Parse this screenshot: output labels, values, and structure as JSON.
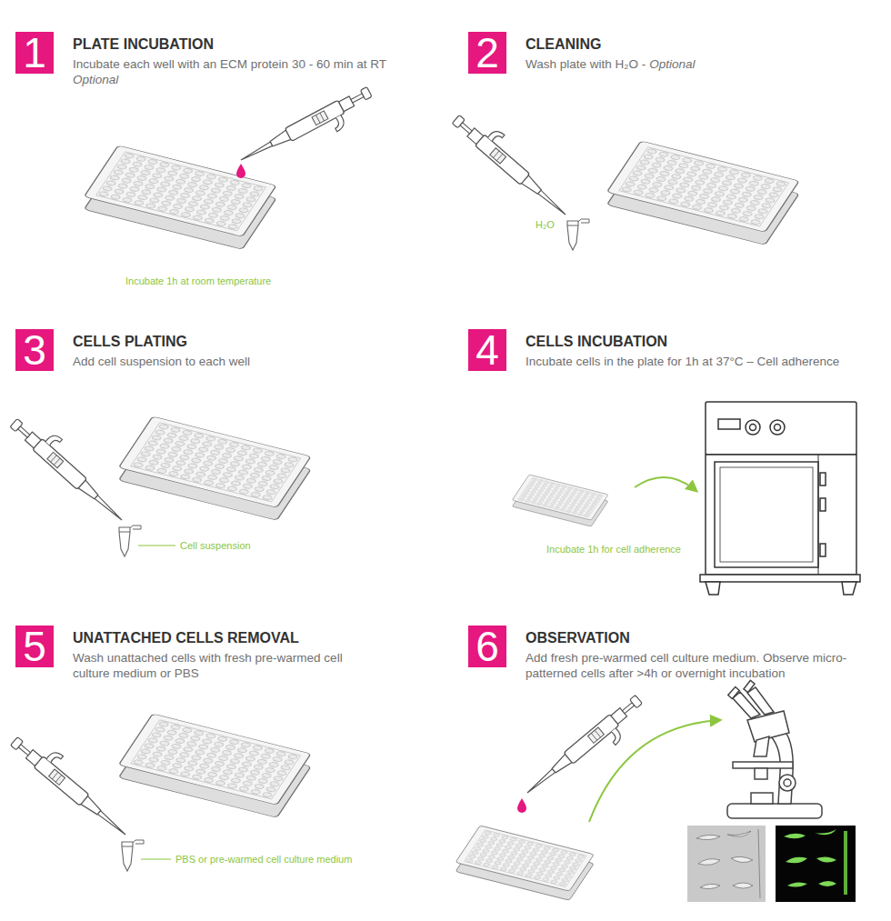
{
  "diagram": {
    "nodes": [
      {
        "text": [
          "1",
          "PLATE INCUBATION",
          "Incubate each well with an ECM protein 30 - 60 min at RT",
          "Optional"
        ]
      },
      {
        "text": [
          "2",
          "CLEANING",
          "Wash plate with H₂O -",
          "Optional"
        ]
      },
      {
        "text": [
          "3",
          "CELLS PLATING",
          "Add cell suspension to each well"
        ]
      },
      {
        "text": [
          "4",
          "CELLS INCUBATION",
          "Incubate cells in the plate for 1h at 37°C – Cell adherence"
        ]
      },
      {
        "text": [
          "5",
          "UNATTACHED CELLS REMOVAL",
          "Wash unattached cells with fresh pre-warmed cell culture medium or PBS"
        ]
      },
      {
        "text": [
          "6",
          "OBSERVATION",
          "Add fresh pre-warmed cell culture medium. Observe micro-patterned cells after >4h or overnight incubation"
        ]
      }
    ],
    "labels": [
      "Incubate 1h at room temperature",
      "H₂O",
      "Cell suspension",
      "Incubate 1h for cell adherence",
      "PBS or pre-warmed cell culture medium"
    ]
  }
}
